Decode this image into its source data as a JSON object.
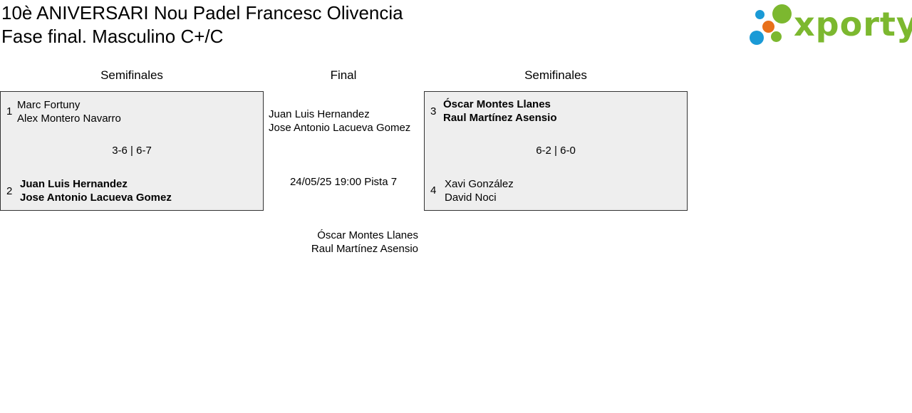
{
  "header": {
    "title": "10è ANIVERSARI Nou Padel Francesc Olivencia",
    "subtitle": "Fase final. Masculino C+/C"
  },
  "logo": {
    "text": "xporty",
    "colors": {
      "green": "#7cb82f",
      "orange": "#e8701a",
      "blue": "#1a9ad6"
    }
  },
  "columns": {
    "left": "Semifinales",
    "center": "Final",
    "right": "Semifinales"
  },
  "semifinal_left": {
    "team1": {
      "seed": "1",
      "player1": "Marc Fortuny",
      "player2": "Alex Montero Navarro",
      "winner": false
    },
    "score": "3-6 | 6-7",
    "team2": {
      "seed": "2",
      "player1": "Juan Luis Hernandez",
      "player2": "Jose Antonio Lacueva Gomez",
      "winner": true
    }
  },
  "final": {
    "team_top": {
      "player1": "Juan Luis Hernandez",
      "player2": "Jose Antonio Lacueva Gomez"
    },
    "schedule": "24/05/25 19:00 Pista 7",
    "team_bottom": {
      "player1": "Óscar Montes Llanes",
      "player2": "Raul Martínez Asensio"
    }
  },
  "semifinal_right": {
    "team1": {
      "seed": "3",
      "player1": "Óscar Montes Llanes",
      "player2": "Raul Martínez Asensio",
      "winner": true
    },
    "score": "6-2 | 6-0",
    "team2": {
      "seed": "4",
      "player1": "Xavi González",
      "player2": "David Noci",
      "winner": false
    }
  }
}
